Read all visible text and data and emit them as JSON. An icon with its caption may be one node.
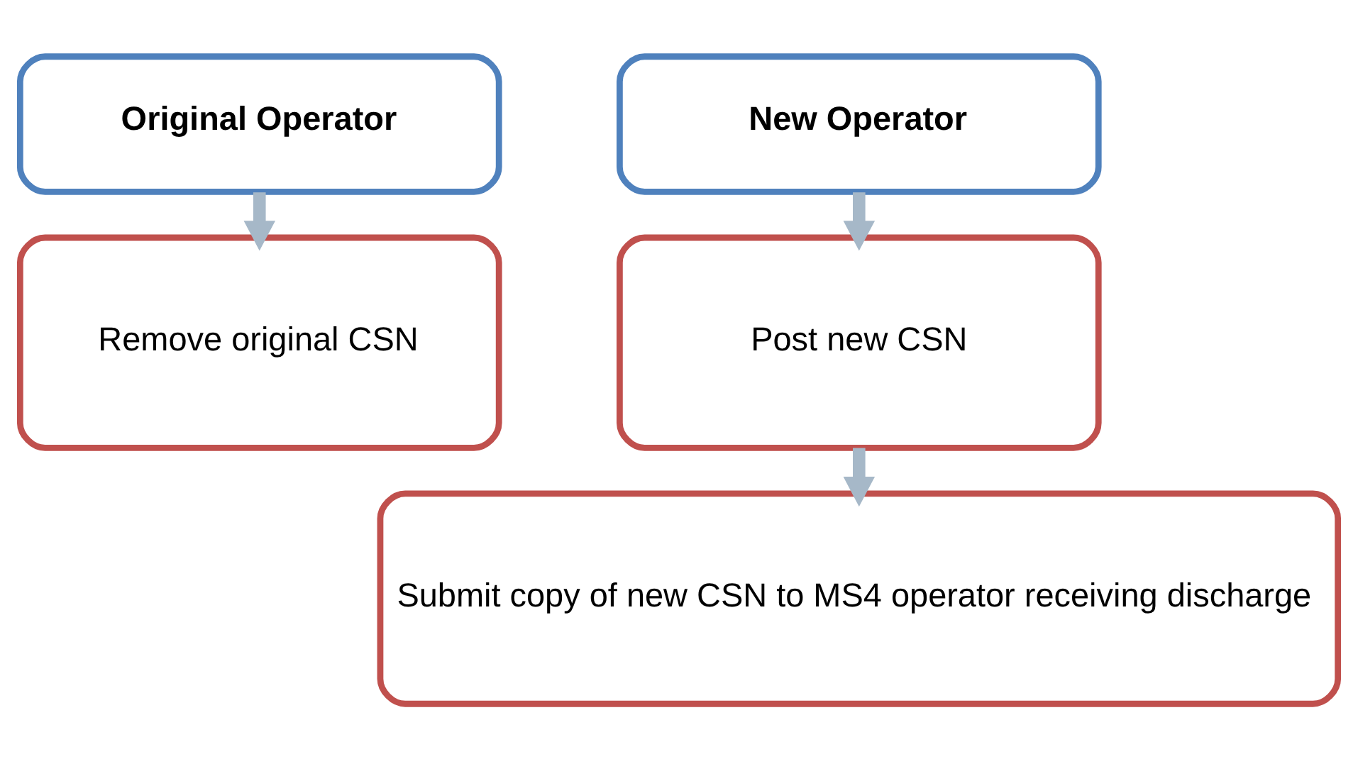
{
  "diagram": {
    "nodes": [
      {
        "text": [
          "Original Operator"
        ]
      },
      {
        "text": [
          "Remove original CSN"
        ]
      },
      {
        "text": [
          "New Operator"
        ]
      },
      {
        "text": [
          "Post new CSN"
        ]
      },
      {
        "text": [
          "Submit copy of new CSN to MS4 operator receiving discharge"
        ]
      }
    ],
    "edges": [
      {
        "from": 0,
        "to": 1,
        "arrow": "to"
      },
      {
        "from": 2,
        "to": 3,
        "arrow": "to"
      },
      {
        "from": 3,
        "to": 4,
        "arrow": "to"
      }
    ]
  }
}
